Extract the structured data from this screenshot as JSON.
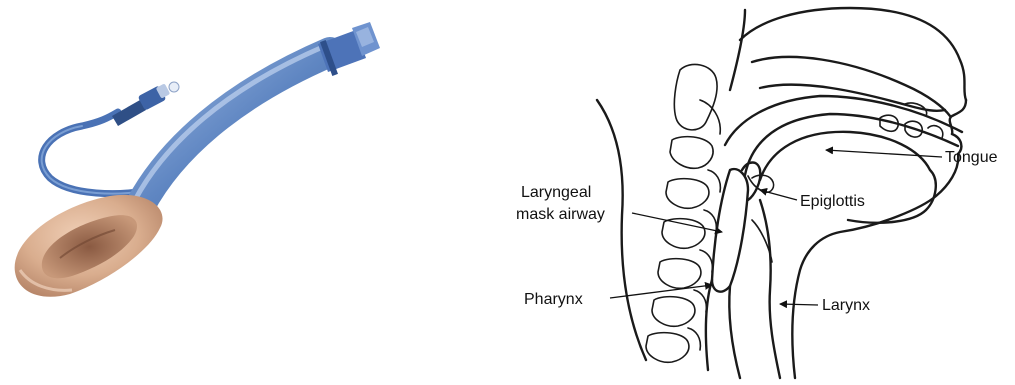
{
  "photo": {
    "subject": "laryngeal-mask-airway-device",
    "colors": {
      "tube": "#5f86c2",
      "tube_dark": "#3b5f99",
      "connector": "#4d73b8",
      "cuff": "#d9ad8e",
      "cuff_shadow": "#b8876a",
      "pilot_cable": "#4a72b5"
    }
  },
  "diagram": {
    "labels": {
      "tongue": "Tongue",
      "epiglottis": "Epiglottis",
      "lma_line1": "Laryngeal",
      "lma_line2": "mask airway",
      "pharynx": "Pharynx",
      "larynx": "Larynx"
    }
  }
}
